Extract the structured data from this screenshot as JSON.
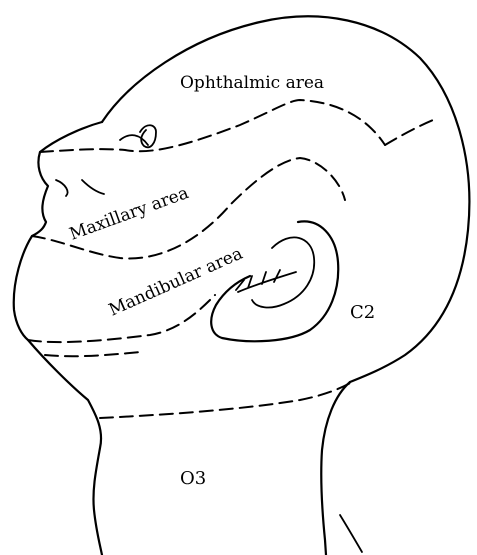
{
  "labels": {
    "ophthalmic": "Ophthalmic area",
    "maxillary": "Maxillary area",
    "mandibular": "Mandibular area",
    "c2": "C2",
    "o3": "O3"
  }
}
